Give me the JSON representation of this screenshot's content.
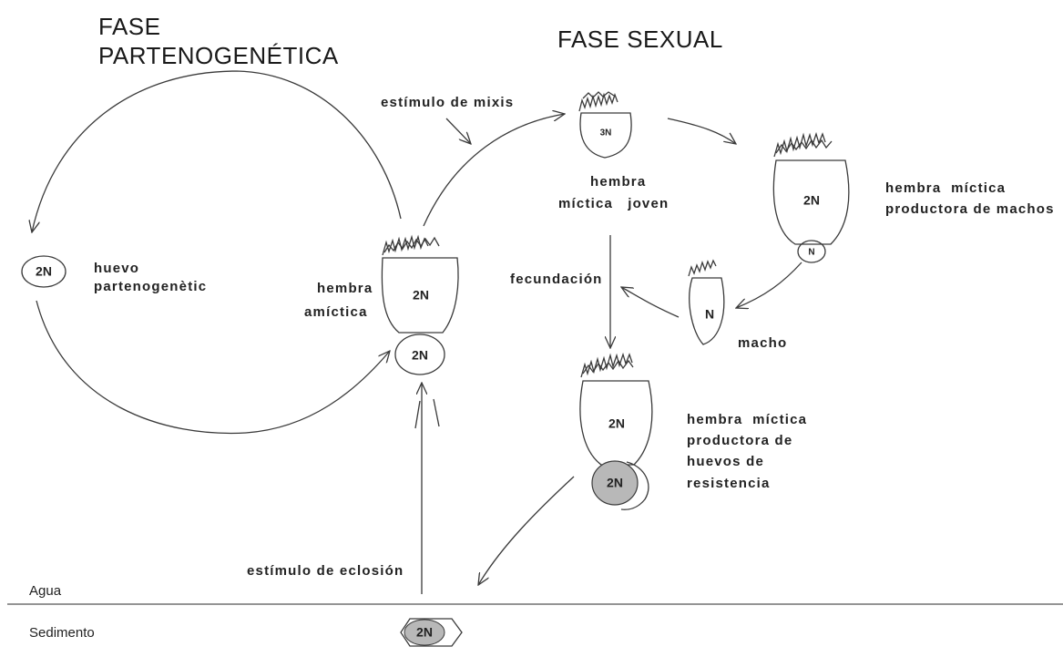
{
  "phases": {
    "parthenogenetic": [
      "FASE",
      "PARTENOGENÉTICA"
    ],
    "sexual": "FASE SEXUAL"
  },
  "stimuli": {
    "mixis": "estímulo de mixis",
    "hatching": "estímulo de eclosión",
    "fertilization": "fecundación"
  },
  "organisms": {
    "parthenogenetic_egg": {
      "label": [
        "huevo",
        "partenogenètic"
      ],
      "ploidy": "2N"
    },
    "amictic_female": {
      "label": [
        "hembra",
        "amíctica"
      ],
      "ploidy": "2N",
      "egg_ploidy": "2N"
    },
    "young_mictic_female": {
      "label": [
        "hembra",
        "míctica   joven"
      ],
      "ploidy": "3N"
    },
    "male_producing_female": {
      "label": [
        "hembra  míctica",
        "productora de machos"
      ],
      "ploidy": "2N",
      "egg_ploidy": "N"
    },
    "male": {
      "label": "macho",
      "ploidy": "N"
    },
    "resting_egg_female": {
      "label": [
        "hembra  míctica",
        "productora de",
        "huevos de",
        "resistencia"
      ],
      "ploidy": "2N",
      "egg_ploidy": "2N"
    },
    "resting_egg": {
      "ploidy": "2N"
    }
  },
  "environment": {
    "water": "Agua",
    "sediment": "Sedimento"
  },
  "colors": {
    "line": "#3a3a3a",
    "resting_egg_fill": "#b8b8b8",
    "text": "#222222"
  }
}
